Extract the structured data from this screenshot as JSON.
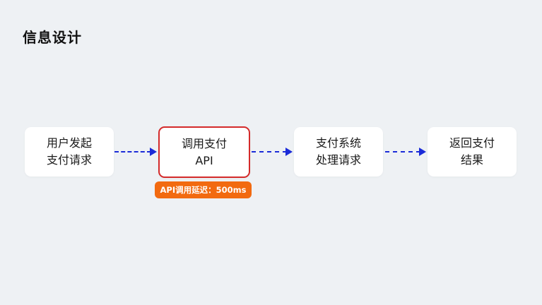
{
  "title": "信息设计",
  "flow": {
    "steps": [
      {
        "line1": "用户发起",
        "line2": "支付请求",
        "highlighted": false
      },
      {
        "line1": "调用支付",
        "line2": "API",
        "highlighted": true
      },
      {
        "line1": "支付系统",
        "line2": "处理请求",
        "highlighted": false
      },
      {
        "line1": "返回支付",
        "line2": "结果",
        "highlighted": false
      }
    ],
    "annotation": "API调用延迟：500ms",
    "colors": {
      "arrow": "#1b2bd8",
      "highlight_border": "#d42a2a",
      "badge": "#f26a10"
    }
  }
}
